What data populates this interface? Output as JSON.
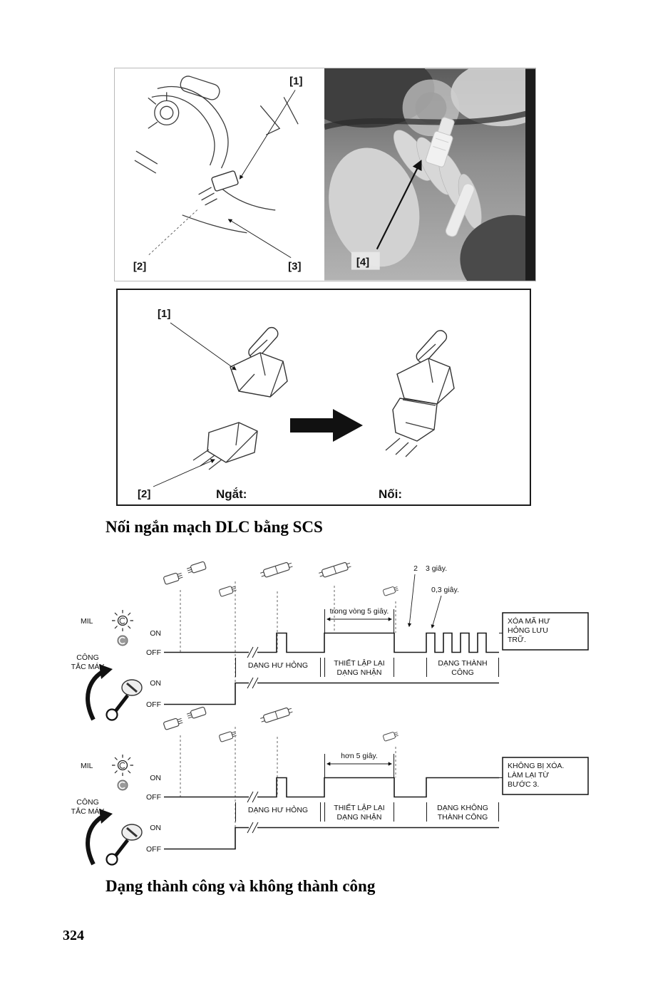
{
  "page": {
    "number": "324"
  },
  "colors": {
    "ink": "#1a1a1a",
    "paper": "#ffffff",
    "photo_gray": "#8f8f8f"
  },
  "headings": {
    "scs": "Nối ngắn mạch DLC bằng SCS",
    "patterns": "Dạng thành công và không thành công"
  },
  "figure_top": {
    "l1": "[1]",
    "l2": "[2]",
    "l3": "[3]",
    "l4": "[4]"
  },
  "figure_conn": {
    "l1": "[1]",
    "l2": "[2]",
    "ngat": "Ngắt:",
    "noi": "Nối:"
  },
  "timing": {
    "success": {
      "mil": "MIL",
      "on": "ON",
      "off": "OFF",
      "switch1": "CÔNG",
      "switch2": "TẮC MÁY",
      "ann_2": "2",
      "ann_3s": "3 giây.",
      "ann_03s": "0,3 giây.",
      "ann_within": "trong vòng 5 giây.",
      "phase1": "DẠNG HƯ HỎNG",
      "phase2a": "THIẾT LẬP LẠI",
      "phase2b": "DẠNG NHẬN",
      "phase3a": "DẠNG THÀNH",
      "phase3b": "CÔNG",
      "result1": "XÓA MÃ HƯ",
      "result2": "HỎNG LƯU",
      "result3": "TRỮ."
    },
    "fail": {
      "mil": "MIL",
      "on": "ON",
      "off": "OFF",
      "switch1": "CÔNG",
      "switch2": "TẮC MÁY",
      "ann_over": "hơn 5 giây.",
      "phase1": "DẠNG HƯ HỎNG",
      "phase2a": "THIẾT LẬP LẠI",
      "phase2b": "DẠNG NHẬN",
      "phase3a": "DẠNG KHÔNG",
      "phase3b": "THÀNH CÔNG",
      "result1": "KHÔNG BỊ XÓA.",
      "result2": "LÀM LẠI TỪ",
      "result3": "BƯỚC 3."
    }
  }
}
